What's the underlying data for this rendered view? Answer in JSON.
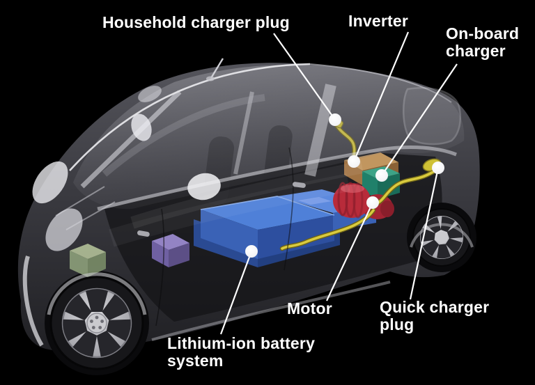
{
  "figure": {
    "title": "Electric vehicle cutaway diagram",
    "description": "Semi-transparent side view of a small electric car showing drivetrain components with white leader lines and dot markers",
    "background_color": "#000000",
    "text_color": "#ffffff"
  },
  "labels": [
    {
      "id": "household-charger-plug",
      "lines": [
        "Household charger plug"
      ]
    },
    {
      "id": "inverter",
      "lines": [
        "Inverter"
      ]
    },
    {
      "id": "on-board-charger",
      "lines": [
        "On-board",
        "charger"
      ]
    },
    {
      "id": "motor",
      "lines": [
        "Motor"
      ]
    },
    {
      "id": "quick-charger-plug",
      "lines": [
        "Quick charger",
        "plug"
      ]
    },
    {
      "id": "lithium-ion-battery",
      "lines": [
        "Lithium-ion battery",
        "system"
      ]
    }
  ],
  "components": [
    {
      "name": "Lithium-ion battery system",
      "color": "#4f80d8"
    },
    {
      "name": "Motor",
      "color": "#b82b3a"
    },
    {
      "name": "Inverter",
      "color": "#c1965f"
    },
    {
      "name": "On-board charger",
      "color": "#3da387"
    },
    {
      "name": "Household charger plug",
      "color": "#d9ca3e"
    },
    {
      "name": "Quick charger plug",
      "color": "#d9ca3e"
    },
    {
      "name": "Power cables",
      "color": "#d9ca3e"
    },
    {
      "name": "Auxiliary box front",
      "color": "#b2c098"
    },
    {
      "name": "Auxiliary box cabin",
      "color": "#9383c4"
    }
  ],
  "style": {
    "leader_line_color": "#ffffff",
    "marker_dot_color": "#ffffff",
    "car_body_color": "#35353a"
  }
}
